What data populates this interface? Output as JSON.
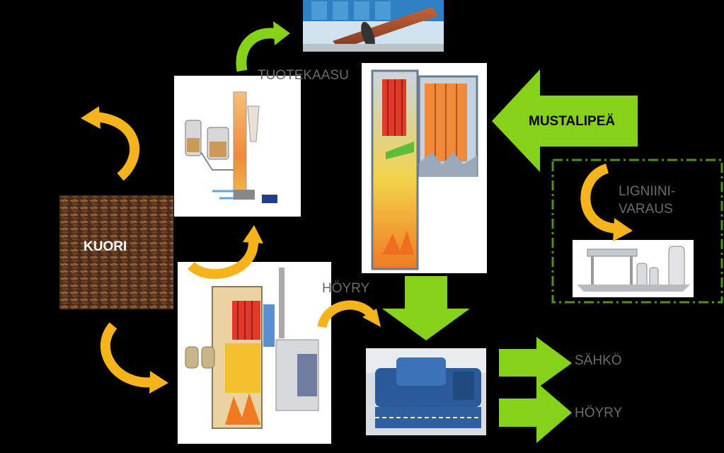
{
  "labels": {
    "tuotekaasu": "TUOTEKAASU",
    "mustalipea": "MUSTALIPEÄ",
    "ligniini_line1": "LIGNIINI-",
    "ligniini_line2": "VARAUS",
    "kuori": "KUORI",
    "hoyry_mid": "HÖYRY",
    "sahko": "SÄHKÖ",
    "hoyry_out": "HÖYRY"
  },
  "colors": {
    "background": "#000000",
    "green_arrow": "#86d21b",
    "yellow_arrow": "#f6b41c",
    "label_gray": "#6b6b6b",
    "dashed_box": "#4f8f1d"
  },
  "icons": {
    "kiln": "rotary-kiln-photo",
    "gasifier": "gasifier-illustration",
    "recovery_boiler": "recovery-boiler-illustration",
    "bark": "bark-pile-photo",
    "bio_boiler": "biomass-boiler-illustration",
    "turbine": "steam-turbine-photo",
    "lignin_plant": "lignin-plant-illustration"
  }
}
